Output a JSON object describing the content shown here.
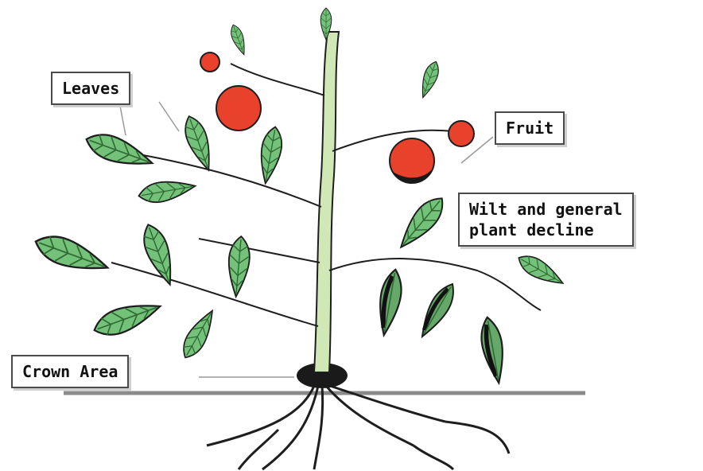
{
  "labels": {
    "leaves": "Leaves",
    "fruit": "Fruit",
    "wilt_line1": "Wilt and general",
    "wilt_line2": "plant decline",
    "crown": "Crown Area"
  },
  "colors": {
    "leaf": "#74c17a",
    "leaf_dark": "#2f6b33",
    "stem": "#cfe8b5",
    "fruit": "#e8412c",
    "fruit_rot": "#1a1a1a",
    "outline": "#1e1e1e",
    "soil": "#8a8a8a"
  }
}
